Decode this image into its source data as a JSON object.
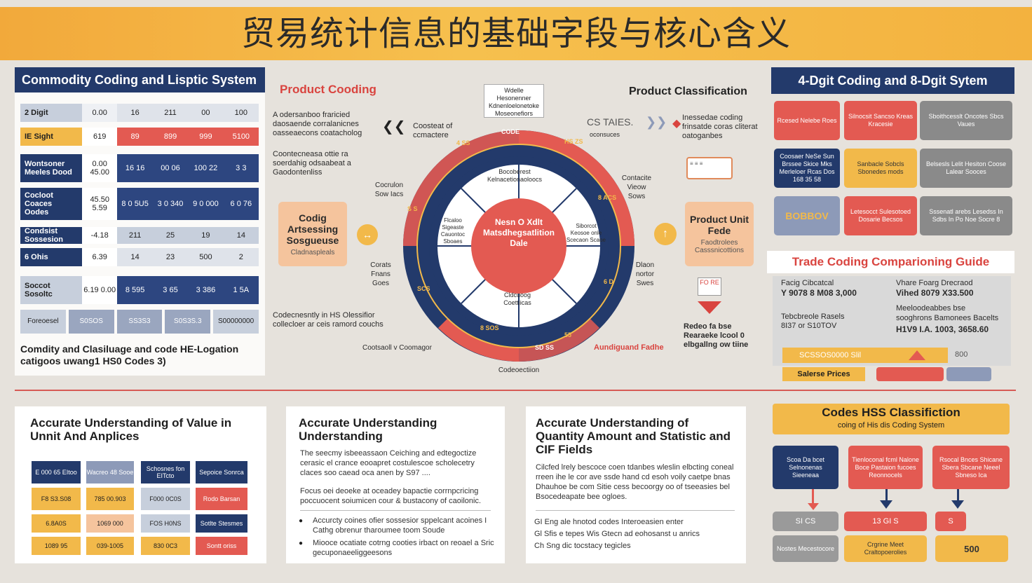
{
  "banner": {
    "title": "贸易统计信息的基础字段与核心含义"
  },
  "left_panel": {
    "title": "Commodity Coding and Lisptic System",
    "rows": [
      {
        "label": "2 Digit",
        "cells": [
          "0.00",
          "16",
          "211",
          "00",
          "100"
        ]
      },
      {
        "label": "IE Sight",
        "cells": [
          "619",
          "89",
          "899",
          "999",
          "5100"
        ]
      },
      {
        "label": "Wontsoner Meeles Dood",
        "cells": [
          "0.00 45.00",
          "16 16",
          "00 06",
          "100 22",
          "3 3"
        ]
      },
      {
        "label": "Cocloot Coaces Oodes",
        "cells": [
          "45.50 5.59",
          "8 0 5U5",
          "3 0 340",
          "9 0 000",
          "6 0 76"
        ]
      },
      {
        "label": "Condsist Sossesion",
        "cells": [
          "-4.18",
          "211",
          "25",
          "19",
          "14"
        ]
      },
      {
        "label": "6 Ohis",
        "cells": [
          "6.39",
          "14",
          "23",
          "500",
          "2"
        ]
      },
      {
        "label": "Soccot Sosoltc",
        "cells": [
          "6.19 0.00",
          "8 595",
          "3 65",
          "3 386",
          "1 5A"
        ]
      }
    ],
    "chips": [
      "Foreoesel",
      "S0SOS",
      "SS3S3",
      "S0S3S.3",
      "S00000000"
    ],
    "footer": "Comdity and Clasiluage and code HE-Logation catigoos uwang1 HS0 Codes 3)"
  },
  "center": {
    "heading_left": "Product Cooding",
    "heading_right": "Product Classification",
    "top_note": "Wdelle Hesonenner Kdnenloelonetoke Moseonefiors",
    "left_text_1": "A odersanboo fraricied daosaende corralanicnes oasseaecons coatacholog",
    "left_text_2": "Coontecneasa ottie ra soerdahig odsaabeat a Gaodontenliss",
    "left_text_3": "Codecnesntly in HS Olessifior collecloer ar ceis ramord couchs",
    "right_text_1": "Inessedae coding frinsatde coras cliterat oatoganbes",
    "right_text_2": "Redeo fa bse Rearaeke lcool 0 elbgallng ow tiine",
    "cs_label": "CS TAIES.",
    "cs_sub": "oconsuces",
    "arrow_label": "Coosteat of ccmactere",
    "box_left": {
      "title": "Codig Artsessing Sosgueuse",
      "sub": "Cladnaspleals"
    },
    "box_right": {
      "title": "Product Unit Fede",
      "sub": "Faodtrolees Casssnicottions"
    },
    "ring_labels": [
      "Cocrulon Sow Iacs",
      "Corats Fnans Goes",
      "Contacite Vieow Sows",
      "Dlaon nortor Swes",
      "Cootsaoll v Coomagor",
      "Aundiguand Fadhe",
      "Codeoectiion"
    ],
    "inner_top": "Bocoberest Kelnacetionaoloocs",
    "inner_left": "Flcaloo Sigeaste Cauontoc Sboaes",
    "inner_right": "Siborcot Keosoe onle Scecaon Scaoe",
    "inner_bottom": "Cldcuoog Coettiicas",
    "center_circle": "Nesn O Xdlt Matsdhegsatlition Dale",
    "ring_segments": [
      "4 SS",
      "CODE",
      "HS ZS",
      "8 ACS",
      "6 D",
      "55",
      "8 SOS",
      "SCS",
      "S S",
      "SD SS"
    ],
    "right_arrow_box": "FO RE"
  },
  "right_panel": {
    "title": "4-Dgit Coding and 8-Dgit Sytem",
    "tiles": [
      "Rcesed Nelebe Roes",
      "Silnocsit Sancso Kreas Kracesie",
      "Sboithcesslt Oncotes Sbcs Vaues",
      "Coosaer NeSe Sun Brssee Skice Mks Merleloer Rcas Dos 168 35 58",
      "Sanbacle Sobcls Sbonedes mods",
      "Belsesls Lelit Hesiton Coose Lalear Sooces",
      "BOBBOV",
      "Letesocct Sulesotoed Dosarie Becsos",
      "Sssenatl arebs Lesedss In Sdbs In Po Noe Socre 8"
    ],
    "guide_title": "Trade Coding Comparioning Guide",
    "guide_lines": [
      "Facig Cibcatcal",
      "Y 9078 8 M08 3,000",
      "Vhare Foarg Drecraod",
      "Vihed 8079 X33.500",
      "Meeloodeabbes bse",
      "sooghrons Bamonees Bacelts",
      "Tebcbreole Rasels 8I37 or S10TOV",
      "H1V9 I.A. 1003, 3658.60"
    ],
    "guide_bar": "SCSSOS0000 Slil",
    "guide_bar_right": "800",
    "guide_footer": "Salerse Prices"
  },
  "bottom": {
    "p1": {
      "title": "Accurate Understanding of Value in Unnit And Anplices",
      "grid": [
        [
          "E 000 65 EItoo",
          "Wacreo 48 Sooe",
          "Schosnes fon EITcto",
          "Sepoice Sonrca"
        ],
        [
          "F8 S3.S08",
          "785 00.903",
          "F000 0C0S",
          "Rodo Barsan"
        ],
        [
          "6.8A0S",
          "1069 000",
          "FOS H0NS",
          "Sotlte Stesmes"
        ],
        [
          "1089 95",
          "039-1005",
          "830 0C3",
          "Sontt oriss"
        ]
      ]
    },
    "p2": {
      "title": "Accurate Understanding Understanding",
      "para1": "The seecmy isbeeassaon Ceiching and edtegoctize cerasic el crance eooapret costulescoe scholecetry claces soo caead oca anen by S97 ....",
      "para2": "Focus oei deoeke at oceadey bapactie corrnpcricing poccuocent soiumicen cour & bustacony of caoilonic.",
      "bullet1": "Accurcty coines ofier sossesior sppelcant acoines I Cathg obrenur tharoumee toom Soude",
      "bullet2": "Miooce ocatiate cotrng cooties irbact on reoael a Sric gecuponaeeliggeesons"
    },
    "p3": {
      "title": "Accurate Understanding of Quantity Amount and Statistic and CIF Fields",
      "para1": "Cilcfed lrely bescoce coen tdanbes wleslin elbcting coneal rreen ihe le cor ave ssde hand cd esoh voily caetpe bnas Dhauhoe be com Sitie cess becoorgy oo of tseeasies bel Bsocedeapate bee ogloes.",
      "line1": "GI Eng ale hnotod codes Interoeasien enter",
      "line2": "Gl Sfis e tepes Wis Gtecn ad eohosanst u anrics",
      "line3": "Ch Sng dic tocstacy tegicles"
    },
    "p4": {
      "title": "Codes HSS Classifiction",
      "subtitle": "coing of His dis Coding System",
      "boxes": [
        "Scoa Da bcet Selnonenas Sieeneaa",
        "Tienloconal fcml Nalone Boce Pastaion fucoes Reonnocels",
        "Rsocal Bnces Shicane Sbera Sbcane Neeel Sbneso Ica"
      ],
      "mid": [
        "SI CS",
        "13 GI S",
        "S"
      ],
      "bottom": [
        "Nostes Mecestocore",
        "Crgrine Meet Craltopoerolies",
        "500"
      ]
    }
  }
}
